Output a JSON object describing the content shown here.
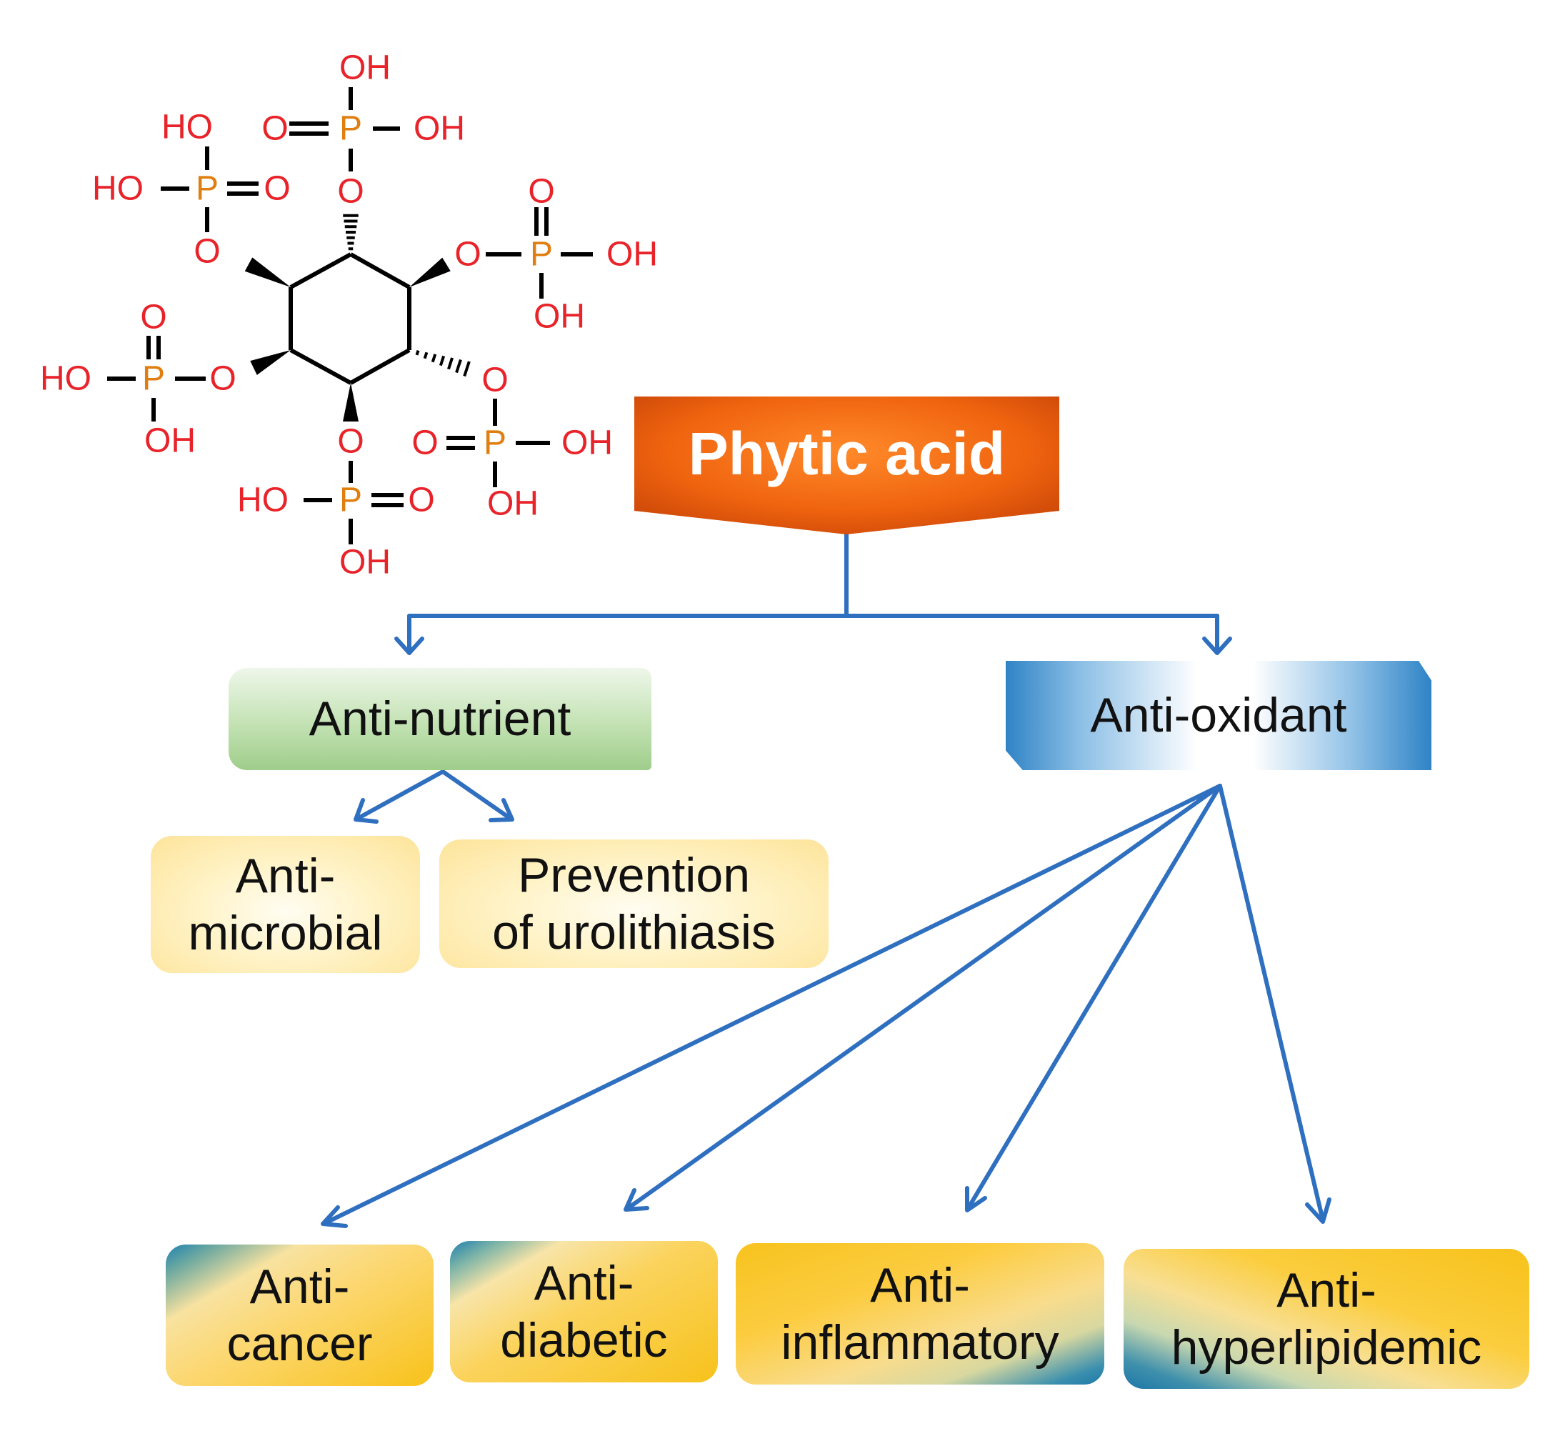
{
  "colors": {
    "arrow": "#2f6fbf",
    "atom_oxygen": "#e8232a",
    "atom_phosphorus": "#e07f10",
    "bond": "#000000",
    "root_fill_top": "#ff7c1e",
    "root_fill_dark": "#d84c08"
  },
  "molecule": {
    "name": "phytic acid structure",
    "atom_labels": {
      "OH": "OH",
      "HO": "HO",
      "O": "O",
      "P": "P"
    }
  },
  "root": {
    "label": "Phytic acid"
  },
  "branches": {
    "left": {
      "label": "Anti-nutrient",
      "children": [
        {
          "lines": [
            "Anti-",
            "microbial"
          ]
        },
        {
          "lines": [
            "Prevention",
            "of urolithiasis"
          ]
        }
      ]
    },
    "right": {
      "label": "Anti-oxidant",
      "children": [
        {
          "lines": [
            "Anti-",
            "cancer"
          ]
        },
        {
          "lines": [
            "Anti-",
            "diabetic"
          ]
        },
        {
          "lines": [
            "Anti-",
            "inflammatory"
          ]
        },
        {
          "lines": [
            "Anti-",
            "hyperlipidemic"
          ]
        }
      ]
    }
  }
}
